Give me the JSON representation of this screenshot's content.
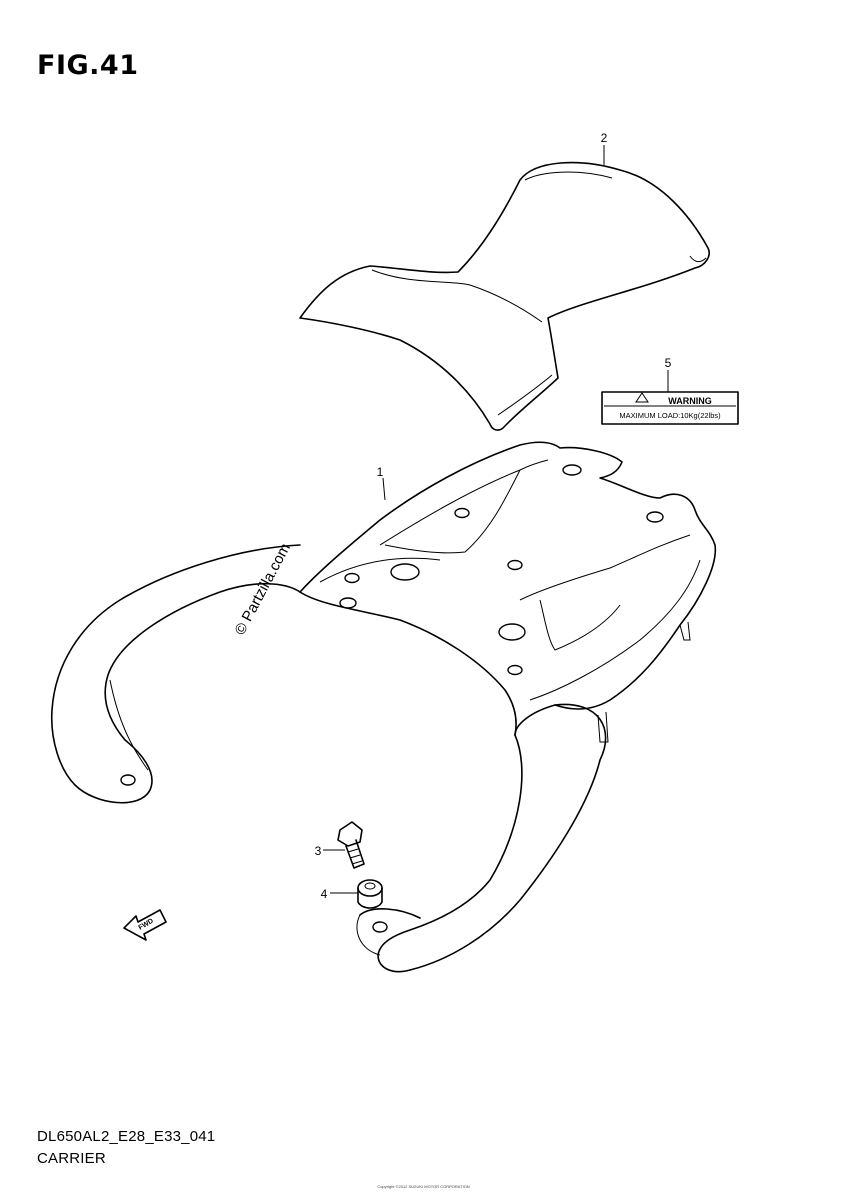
{
  "figure": {
    "title": "FIG.41"
  },
  "callouts": {
    "carrier": "1",
    "pad": "2",
    "bolt": "3",
    "washer": "4",
    "label": "5"
  },
  "warning_label": {
    "heading": "WARNING",
    "text": "MAXIMUM LOAD:10Kg(22lbs)"
  },
  "watermark": "© Partzilla.com",
  "direction_arrow": {
    "text": "FWD",
    "icon": "forward-arrow-icon"
  },
  "footer": {
    "code": "DL650AL2_E28_E33_041",
    "name": "CARRIER",
    "fine_print": "Copyright ©2012 SUZUKI MOTOR CORPORATION"
  }
}
